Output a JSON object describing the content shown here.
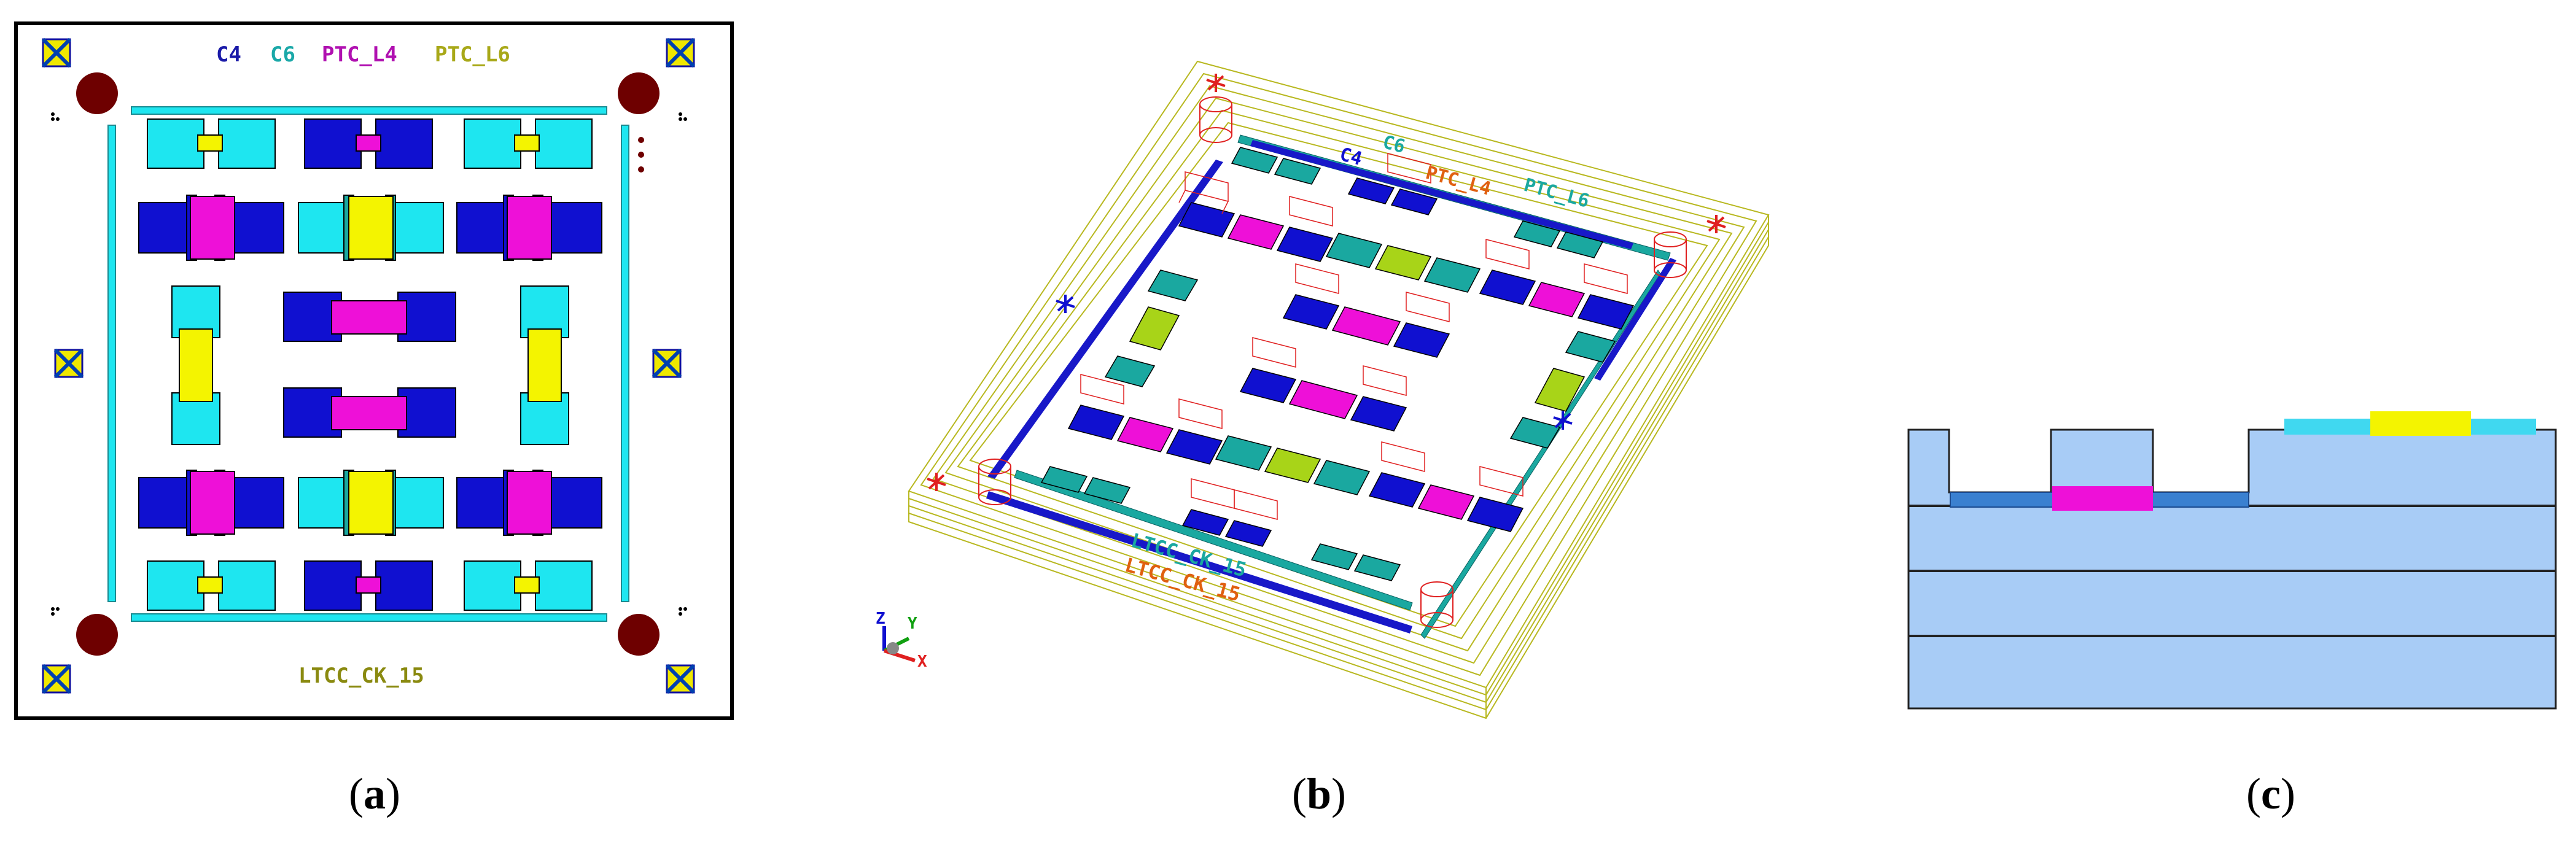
{
  "panel_a": {
    "legend": {
      "c4": "C4",
      "c6": "C6",
      "ptc_l4": "PTC_L4",
      "ptc_l6": "PTC_L6"
    },
    "bottom_label": "LTCC_CK_15",
    "caption_letter": "a"
  },
  "panel_b": {
    "labels": {
      "c6": "C6",
      "c4": "C4",
      "ptc_l4": "PTC_L4",
      "ptc_l6": "PTC_L6",
      "ltcc1": "LTCC_CK_15",
      "ltcc2": "LTCC_CK_15"
    },
    "axes": {
      "x": "X",
      "y": "Y",
      "z": "Z"
    },
    "caption_letter": "b"
  },
  "panel_c": {
    "caption_letter": "c"
  },
  "colors": {
    "blue": "#1010d0",
    "cyan": "#1ee6f0",
    "magenta": "#ee10d8",
    "yellow": "#f4f400",
    "teal": "#1aa8a0",
    "lime": "#a8d418",
    "darkred": "#6e0000",
    "layer": "#a8ccf6"
  }
}
